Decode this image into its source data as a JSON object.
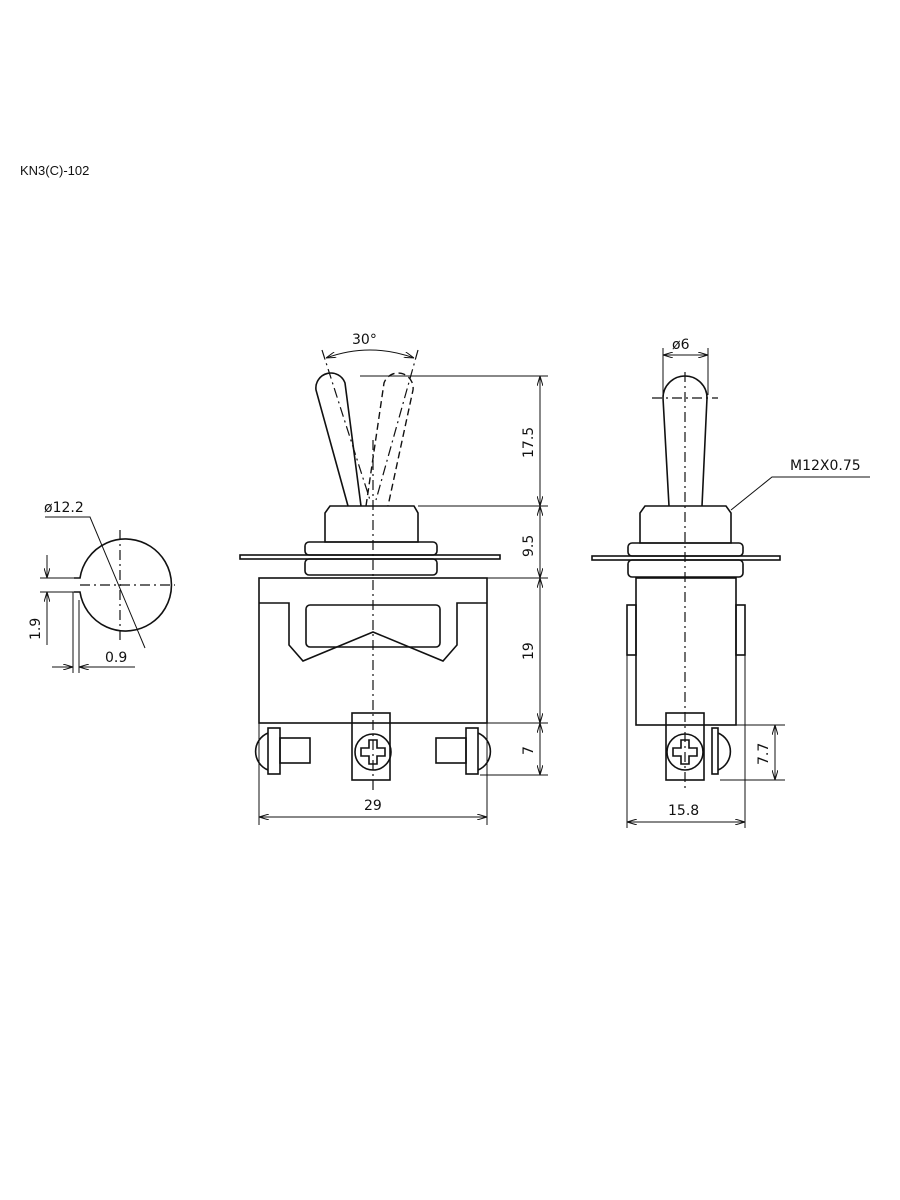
{
  "title": "KN3(C)-102",
  "left_view": {
    "diameter": "ø12.2",
    "key_height": "1.9",
    "key_depth": "0.9"
  },
  "front_view": {
    "angle": "30°",
    "lever_height": "17.5",
    "bushing_height": "9.5",
    "body_height": "19",
    "terminal_height": "7",
    "width": "29"
  },
  "side_view": {
    "lever_diameter": "ø6",
    "thread": "M12X0.75",
    "terminal_height": "7.7",
    "width": "15.8"
  }
}
